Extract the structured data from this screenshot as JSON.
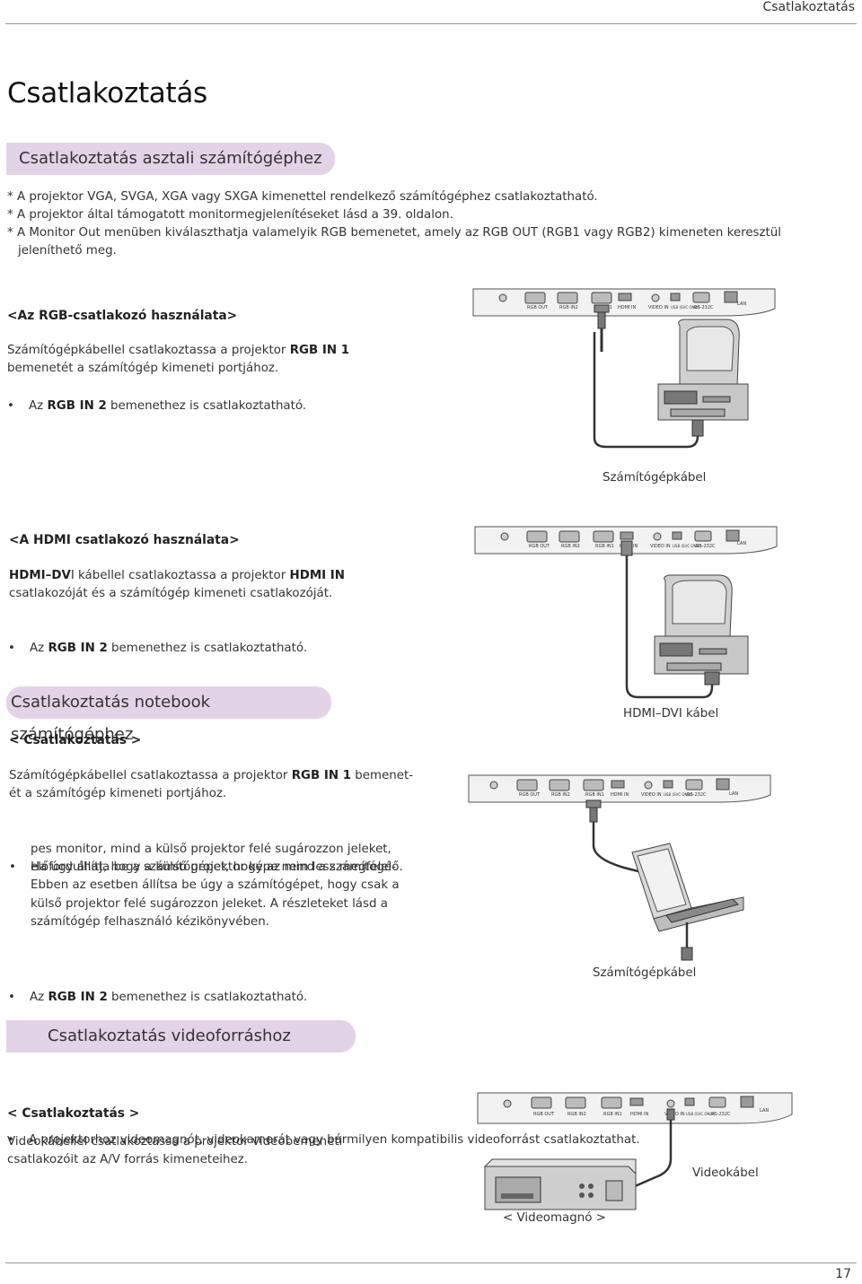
{
  "header": {
    "label": "Csatlakoztatás"
  },
  "title": "Csatlakoztatás",
  "section1": {
    "heading": "Csatlakoztatás asztali számítógéphez",
    "notes": [
      "* A projektor VGA, SVGA, XGA vagy SXGA kimenettel rendelkező számítógéphez csatlakoztatható.",
      "* A projektor által támogatott monitormegjelenítéseket lásd a 39. oldalon.",
      "* A Monitor Out menüben kiválaszthatja valamelyik RGB bemenetet, amely az RGB OUT (RGB1 vagy RGB2) kimeneten keresztül",
      "jeleníthető meg."
    ],
    "rgb": {
      "subheading": "<Az RGB-csatlakozó használata>",
      "line1_pre": "Számítógépkábellel csatlakoztassa a projektor ",
      "line1_bold": "RGB IN 1",
      "line2": "bemenetét a számítógép kimeneti portjához.",
      "bullet_pre": "Az ",
      "bullet_bold": "RGB IN 2",
      "bullet_post": " bemenethez is csatlakoztatható.",
      "caption": "Számítógépkábel"
    },
    "hdmi": {
      "subheading": "<A HDMI csatlakozó használata>",
      "line1_bold": "HDMI–DV",
      "line1_mid": "I kábellel csatlakoztassa a projektor ",
      "line1_bold2": "HDMI IN",
      "line2": "csatlakozóját és a számítógép kimeneti csatlakozóját.",
      "bullet_pre": "Az ",
      "bullet_bold": "RGB IN 2",
      "bullet_post": " bemenethez is csatlakoztatható.",
      "caption": "HDMI–DVI kábel"
    }
  },
  "section2": {
    "heading": "Csatlakoztatás notebook számítógéphez",
    "subheading": "< Csatlakoztatás >",
    "line1_pre": "Számítógépkábellel csatlakoztassa a projektor ",
    "line1_bold": "RGB IN 1",
    "line1_post": " bemenet-",
    "line2": "ét a számítógép kimeneti portjához.",
    "bullet1_lines": [
      "Ha úgy állítja be a számítógépet, hogy az mind a számítógé-",
      "pes monitor, mind a külső projektor felé sugározzon jeleket,",
      "előfordulhat, hogy a külső projektor képe nem lesz megfelelő.",
      "Ebben az esetben állítsa be úgy a számítógépet, hogy csak a",
      "külső projektor felé sugározzon jeleket. A részleteket lásd a",
      "számítógép felhasználó kézikönyvében."
    ],
    "bullet2_pre": "Az ",
    "bullet2_bold": "RGB IN 2",
    "bullet2_post": " bemenethez is csatlakoztatható.",
    "caption": "Számítógépkábel"
  },
  "section3": {
    "heading": "Csatlakoztatás videoforráshoz",
    "bullet": "A projektorhoz videomagnót, videokamerát vagy bármilyen kompatibilis videoforrást csatlakoztathat.",
    "subheading": "< Csatlakoztatás >",
    "line1": "Videokábellel csatlakoztassa a projektor videobemeneti",
    "line2": "csatlakozóit az A/V forrás kimeneteihez.",
    "caption_cable": "Videokábel",
    "caption_device": "< Videomagnó >"
  },
  "panel_labels": [
    "RGB OUT",
    "RGB IN2",
    "RGB IN1",
    "HDMI IN",
    "VIDEO IN",
    "USB (SVC ONLY)",
    "RS-232C",
    "LAN"
  ],
  "page_number": "17"
}
